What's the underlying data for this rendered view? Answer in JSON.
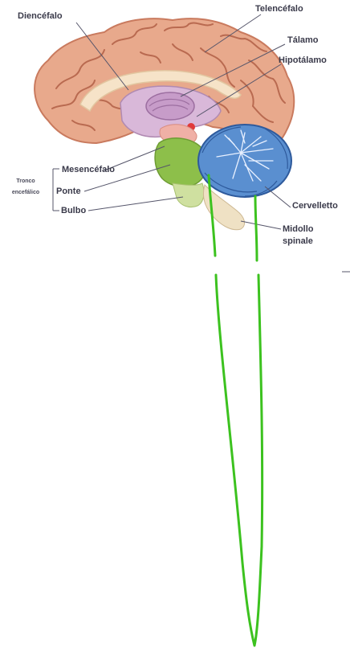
{
  "labels": {
    "diencefalo": "Diencéfalo",
    "telencefalo": "Telencéfalo",
    "talamo": "Tálamo",
    "hipotalamo": "Hipotálamo",
    "mesencefalo": "Mesencéfalo",
    "tronco_line1": "Tronco",
    "tronco_line2": "encefálico",
    "ponte": "Ponte",
    "bulbo": "Bulbo",
    "cervelletto": "Cervelletto",
    "midollo_line1": "Midollo",
    "midollo_line2": "spinale"
  },
  "colors": {
    "cortex": "#e8a98c",
    "cortex_dark": "#c97a5e",
    "cortex_gyri": "#b96a50",
    "corpus_callosum": "#f6e3c8",
    "diencephalon": "#d9b8d9",
    "thalamus": "#c79cc9",
    "brainstem": "#8dbf4a",
    "medulla": "#cfe0a0",
    "pons_pink": "#f0b0a6",
    "cerebellum": "#5a8fd0",
    "cerebellum_dark": "#2e5a9c",
    "spinal_outline": "#3cc21f",
    "spinal_cord": "#efe1c4",
    "label_text": "#3a3a4a",
    "leader_line": "#55556a"
  }
}
